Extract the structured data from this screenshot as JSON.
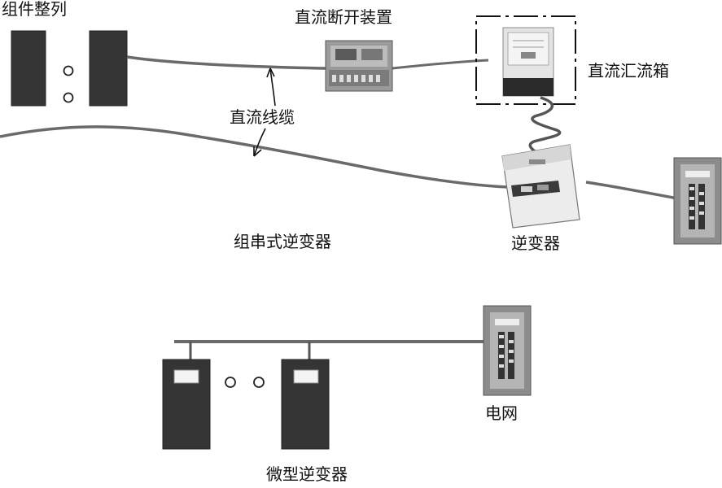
{
  "labels": {
    "module_array": "组件整列",
    "dc_disconnect": "直流断开装置",
    "dc_combiner": "直流汇流箱",
    "dc_cable": "直流线缆",
    "string_inverter_system": "组串式逆变器",
    "inverter": "逆变器",
    "micro_inverter_system": "微型逆变器",
    "grid": "电网"
  },
  "colors": {
    "panel": "#3a3a3a",
    "cable": "#6a6a6a",
    "inverter_body": "#eeeeee",
    "meter_panel": "#8a8a8a"
  }
}
